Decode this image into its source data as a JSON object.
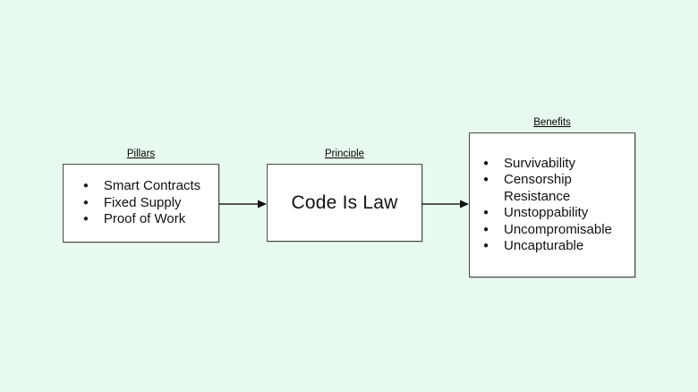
{
  "colors": {
    "background": "#e8faee",
    "box_fill": "#ffffff",
    "border": "#4a4a4a",
    "arrow": "#222222"
  },
  "diagram": {
    "pillars": {
      "label": "Pillars",
      "items": [
        "Smart Contracts",
        "Fixed Supply",
        "Proof of Work"
      ]
    },
    "principle": {
      "label": "Principle",
      "text": "Code Is Law"
    },
    "benefits": {
      "label": "Benefits",
      "items": [
        "Survivability",
        "Censorship Resistance",
        "Unstoppability",
        "Uncompromisable",
        "Uncapturable"
      ]
    }
  }
}
